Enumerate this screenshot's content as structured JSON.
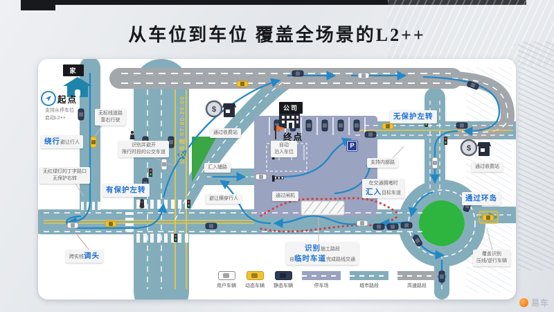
{
  "slide": {
    "title": "从车位到车位  覆盖全场景的L2++",
    "watermark": "易车"
  },
  "map": {
    "start": {
      "badge": "家",
      "label": "起点",
      "note_line1": "支持从停车位",
      "note_line2": "启动L2++"
    },
    "end": {
      "badge": "公司",
      "label": "终点",
      "note_line1": "自动",
      "note_line2": "泊入车位"
    },
    "road_text": {
      "bus_lane": "公交车道 07:00-20:00",
      "parking_sign": "P",
      "toll_symbol": "$"
    },
    "labels": {
      "no_line_road_1": "无标线道路",
      "no_line_road_2": "靠右行驶",
      "detour_bold": "绕行",
      "detour_rest": "避让行人",
      "t_junction_1": "无红绿灯的丁字路口",
      "t_junction_2": "无保护右转",
      "protected_left": "有保护左转",
      "uturn_pre": "跨实线",
      "uturn_bold": "调头",
      "bus_avoid_1": "识别并避开",
      "bus_avoid_2": "限行时段的公交车道",
      "toll_center": "通过收费站",
      "merge_side": "汇入辅路",
      "avoid_crossing": "避让横穿行人",
      "gate": "通过闸机",
      "unprotected_left": "无保护左转",
      "internal_road": "支持内部路",
      "congestion_pre": "在交通拥堵时",
      "congestion_bold": "汇入",
      "congestion_rest": "目标车道",
      "roundabout": "通过环岛",
      "recognition_1": "覆盖识别",
      "recognition_2": "压线/逆行车辆",
      "toll_right": "通过收费站",
      "construction_bold1": "识别",
      "construction_rest1": "施工路段",
      "construction_pre2": "自",
      "construction_bold2": "临时车道",
      "construction_rest2": "完成路线交通"
    }
  },
  "legend": {
    "items": [
      {
        "type": "car-user",
        "label": "用户车辆"
      },
      {
        "type": "car-dynamic",
        "label": "动态车辆"
      },
      {
        "type": "car-static",
        "label": "静态车辆"
      },
      {
        "type": "road-parking",
        "label": "停车场"
      },
      {
        "type": "road-city",
        "label": "城市路段"
      },
      {
        "type": "road-highway",
        "label": "高速路段"
      }
    ]
  },
  "colors": {
    "city_road": "#84adbc",
    "highway": "#a2a7ac",
    "parking": "#9aa3c0",
    "island_green": "#2db540",
    "route_blue": "#2288c6",
    "label_blue": "#1a6fd4",
    "cone_red": "#d63c3c",
    "bus_yellow": "#e8c93f",
    "flag_orange": "#e8742a"
  }
}
